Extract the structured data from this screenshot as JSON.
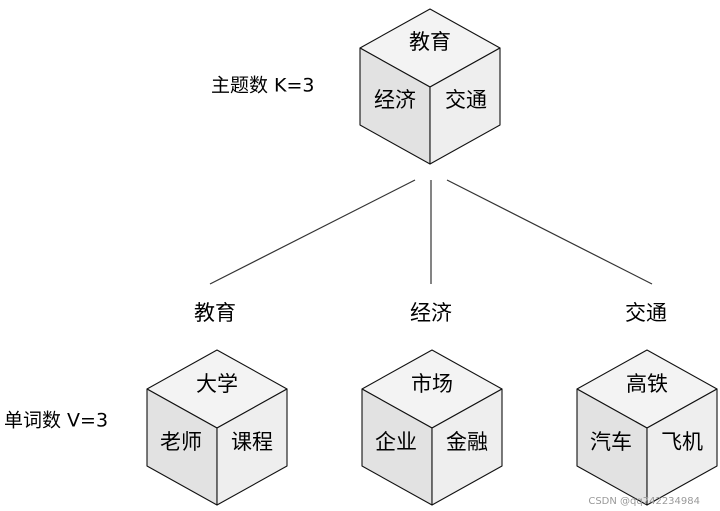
{
  "topic_count_label": "主题数 K=3",
  "word_count_label": "单词数 V=3",
  "root_cube": {
    "top": "教育",
    "left": "经济",
    "right": "交通"
  },
  "topics": [
    {
      "label": "教育",
      "cube": {
        "top": "大学",
        "left": "老师",
        "right": "课程"
      }
    },
    {
      "label": "经济",
      "cube": {
        "top": "市场",
        "left": "企业",
        "right": "金融"
      }
    },
    {
      "label": "交通",
      "cube": {
        "top": "高铁",
        "left": "汽车",
        "right": "飞机"
      }
    }
  ],
  "watermark": "CSDN @qq742234984"
}
